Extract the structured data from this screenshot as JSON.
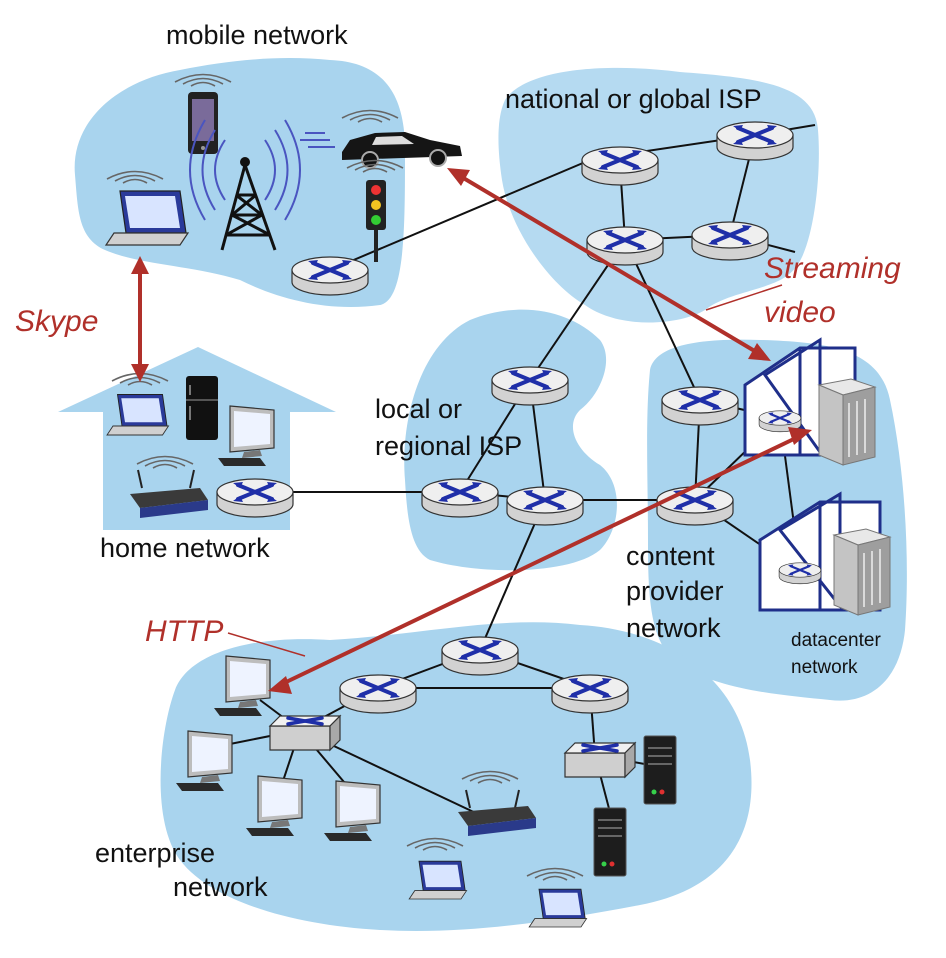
{
  "colors": {
    "cloud": "#a9d4ee",
    "cloud_light": "#c6e1f3",
    "router_body": "#e4e4e4",
    "router_x": "#1f2fa8",
    "link": "#111111",
    "app_arrow": "#b0302a",
    "building": "#1f2f8a"
  },
  "labels": {
    "mobile_network": "mobile network",
    "national_isp": "national or global ISP",
    "local_isp_1": "local or",
    "local_isp_2": "regional ISP",
    "home_network": "home network",
    "content_1": "content",
    "content_2": "provider",
    "content_3": "network",
    "datacenter_1": "datacenter",
    "datacenter_2": "network",
    "enterprise_1": "enterprise",
    "enterprise_2": "network"
  },
  "apps": {
    "skype": "Skype",
    "streaming_1": "Streaming",
    "streaming_2": "video",
    "http": "HTTP"
  },
  "icons": [
    "router-icon",
    "switch-icon",
    "cell-tower-icon",
    "phone-icon",
    "car-icon",
    "traffic-light-icon",
    "laptop-icon",
    "desktop-icon",
    "refrigerator-icon",
    "wifi-router-icon",
    "server-icon",
    "datacenter-building-icon"
  ]
}
